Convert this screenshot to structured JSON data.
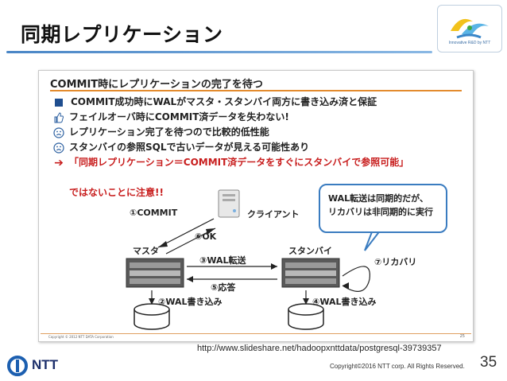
{
  "header": {
    "title": "同期レプリケーション",
    "logo_tagline": "Innovative R&D by NTT"
  },
  "slide": {
    "title": "COMMIT時にレプリケーションの完了を待つ",
    "bullets": [
      {
        "icon": "blue-square-icon",
        "text": "COMMIT成功時にWALがマスタ・スタンバイ両方に書き込み済と保証"
      },
      {
        "icon": "thumbs-up-icon",
        "text": "フェイルオーバ時にCOMMIT済データを失わない!"
      },
      {
        "icon": "sad-face-icon",
        "text": "レプリケーション完了を待つので比較的低性能"
      },
      {
        "icon": "sad-face-icon",
        "text": "スタンバイの参照SQLで古いデータが見える可能性あり"
      },
      {
        "icon": "red-arrow-icon",
        "text": "「同期レプリケーション＝COMMIT済データをすぐにスタンバイで参照可能」"
      }
    ],
    "note": "ではないことに注意!!",
    "diagram": {
      "step1": "①COMMIT",
      "client": "クライアント",
      "step6": "⑥OK",
      "master": "マスタ",
      "step3": "③WAL転送",
      "step5": "⑤応答",
      "standby": "スタンバイ",
      "step7": "⑦リカバリ",
      "step2": "②WAL書き込み",
      "step4": "④WAL書き込み",
      "bubble_line1": "WAL転送は同期的だが、",
      "bubble_line2": "リカバリは非同期的に実行"
    },
    "footer_copyright": "Copyright © 2012 NTT DATA Corporation",
    "page": "25"
  },
  "source_url": "http://www.slideshare.net/hadoopxnttdata/postgresql-39739357",
  "footer": {
    "brand": "NTT",
    "copyright": "Copyright©2016  NTT corp. All Rights Reserved.",
    "page_number": "35"
  },
  "colors": {
    "accent_blue": "#3a7cc0",
    "title_rule": "#4a86c6",
    "slide_rule": "#e38b2e",
    "warning_red": "#c81e1e",
    "ntt_navy": "#1c2f6b"
  }
}
